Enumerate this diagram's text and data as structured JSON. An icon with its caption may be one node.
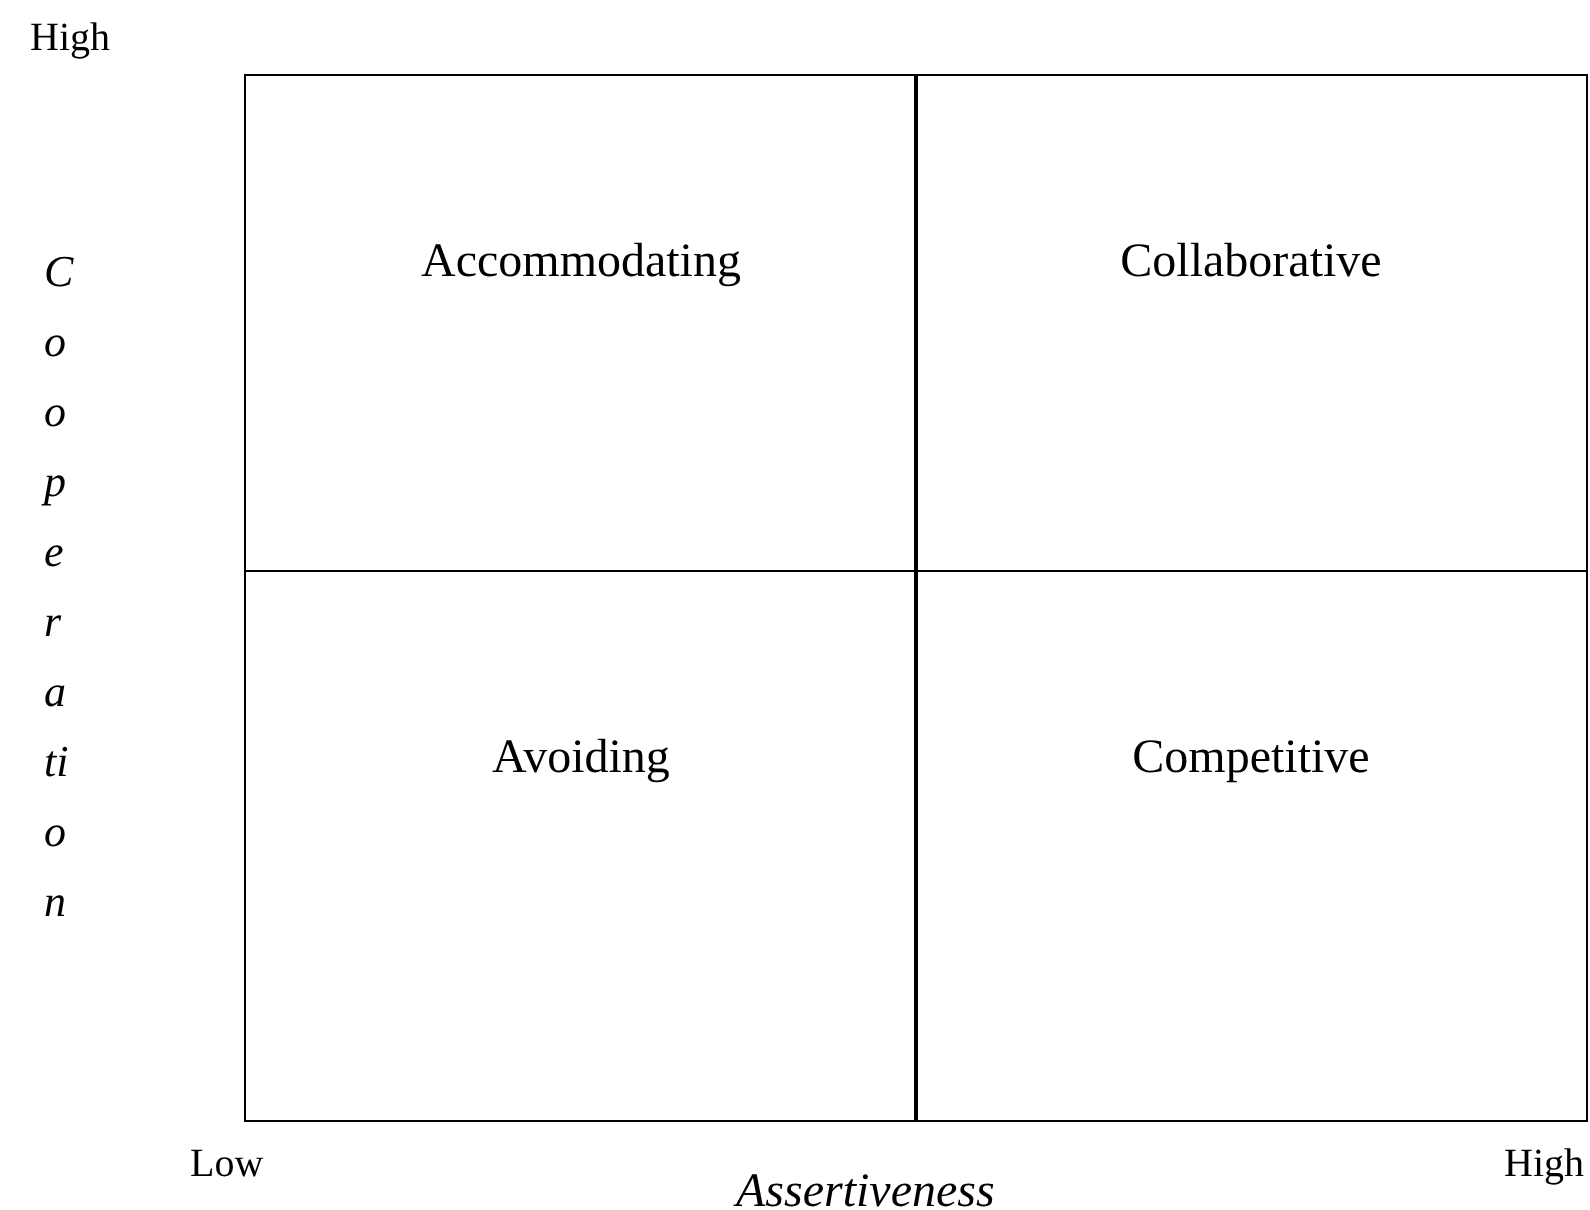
{
  "diagram": {
    "nodes": [
      {
        "text": [
          "Accommodating"
        ]
      },
      {
        "text": [
          "Collaborative"
        ]
      },
      {
        "text": [
          "Avoiding"
        ]
      },
      {
        "text": [
          "Competitive"
        ]
      }
    ],
    "labels": [
      "High",
      "Cooperation",
      "Low",
      "Assertiveness",
      "High"
    ]
  }
}
